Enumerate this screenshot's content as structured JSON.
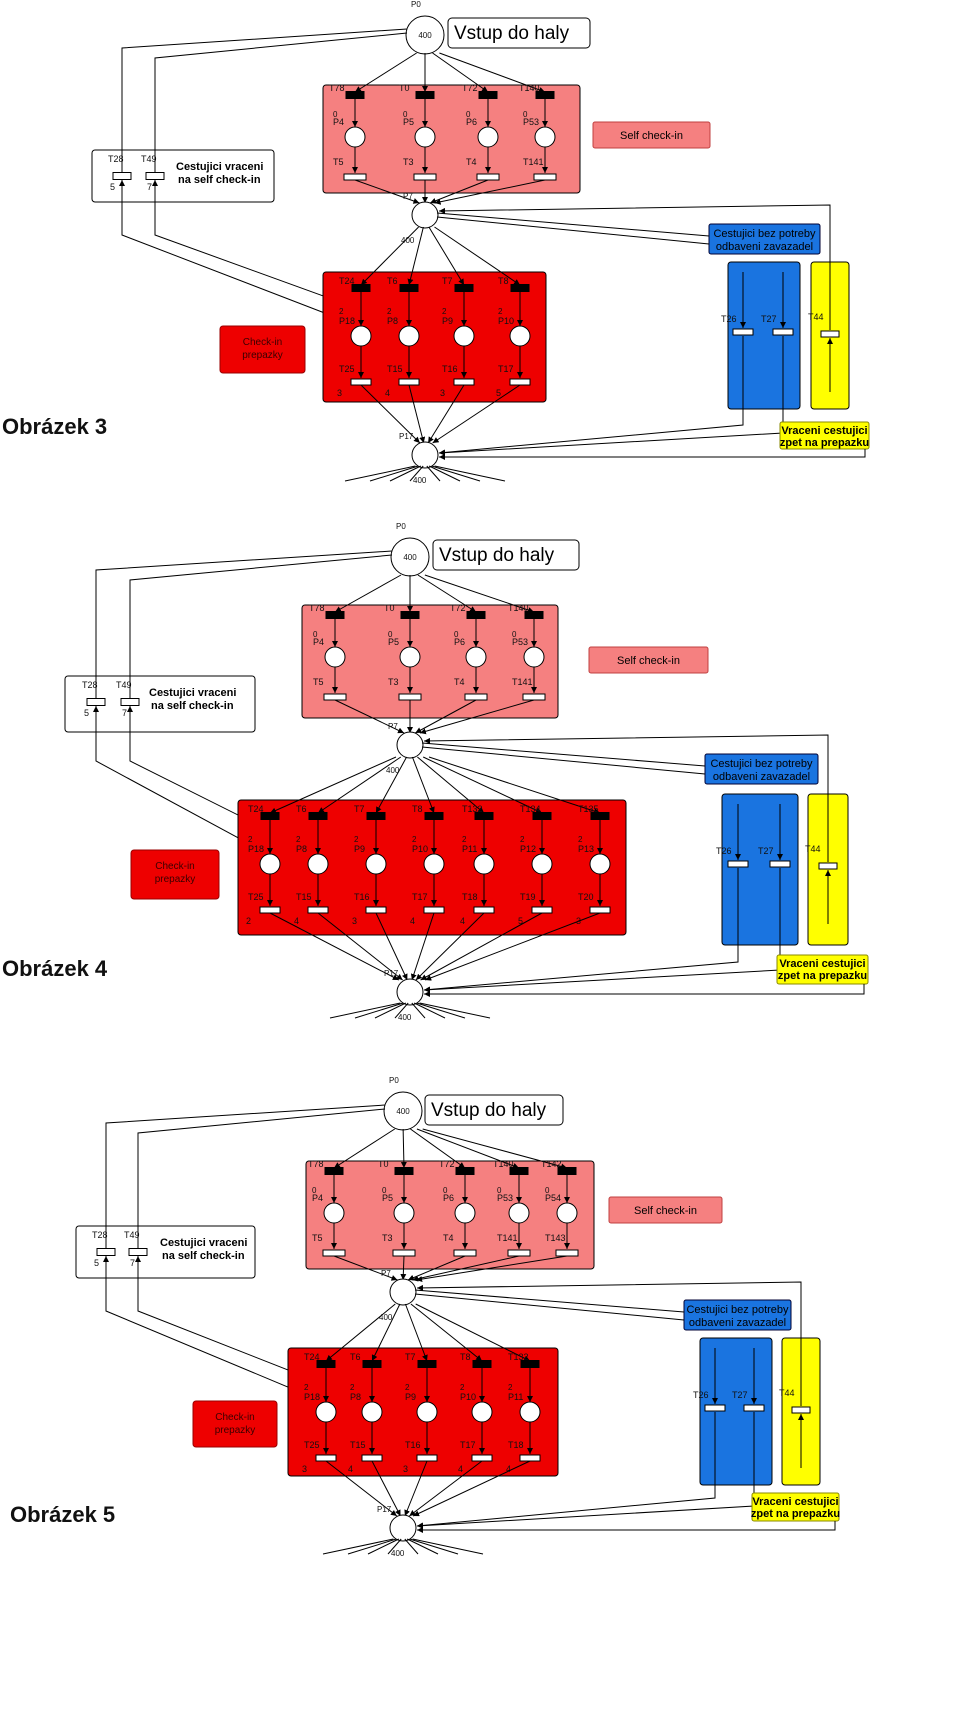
{
  "figures": [
    {
      "caption": "Obrázek 3",
      "start_place": "P0",
      "start_tokens": "400",
      "start_title": "Vstup do haly",
      "self_checkin_label": "Self check-in",
      "self_top_transitions": [
        "T78",
        "T0",
        "T72",
        "T140"
      ],
      "self_places": [
        "P4",
        "P5",
        "P6",
        "P53"
      ],
      "self_bottom_transitions": [
        "T5",
        "T3",
        "T4",
        "T141"
      ],
      "returns_title": [
        "Cestujici vraceni",
        "na self check-in"
      ],
      "returns_transitions": [
        "T28",
        "T49"
      ],
      "returns_weights": [
        "5",
        "7"
      ],
      "middle_place": "P7",
      "middle_tokens": "400",
      "checkin_label": [
        "Check-in",
        "prepazky"
      ],
      "counter_top_transitions": [
        "T24",
        "T6",
        "T7",
        "T8"
      ],
      "counter_places": [
        "P18",
        "P8",
        "P9",
        "P10"
      ],
      "counter_bottom_transitions": [
        "T25",
        "T15",
        "T16",
        "T17"
      ],
      "counter_bottom_weights": [
        "3",
        "4",
        "3",
        "5"
      ],
      "blue_title": [
        "Cestujici bez potreby",
        "odbaveni zavazadel"
      ],
      "blue_transitions": [
        "T26",
        "T27"
      ],
      "yellow_transition": "T44",
      "yellow_title": [
        "Vraceni cestujici",
        "zpet na prepazku"
      ],
      "end_place": "P17",
      "end_tokens": "400"
    },
    {
      "caption": "Obrázek 4",
      "start_place": "P0",
      "start_tokens": "400",
      "start_title": "Vstup do haly",
      "self_checkin_label": "Self check-in",
      "self_top_transitions": [
        "T78",
        "T0",
        "T72",
        "T140"
      ],
      "self_places": [
        "P4",
        "P5",
        "P6",
        "P53"
      ],
      "self_bottom_transitions": [
        "T5",
        "T3",
        "T4",
        "T141"
      ],
      "returns_title": [
        "Cestujici vraceni",
        "na self check-in"
      ],
      "returns_transitions": [
        "T28",
        "T49"
      ],
      "returns_weights": [
        "5",
        "7"
      ],
      "middle_place": "P7",
      "middle_tokens": "400",
      "checkin_label": [
        "Check-in",
        "prepazky"
      ],
      "counter_top_transitions": [
        "T24",
        "T6",
        "T7",
        "T8",
        "T132",
        "T134",
        "T135"
      ],
      "counter_places": [
        "P18",
        "P8",
        "P9",
        "P10",
        "P11",
        "P12",
        "P13"
      ],
      "counter_bottom_transitions": [
        "T25",
        "T15",
        "T16",
        "T17",
        "T18",
        "T19",
        "T20"
      ],
      "counter_bottom_weights": [
        "2",
        "4",
        "3",
        "4",
        "4",
        "5",
        "3"
      ],
      "blue_title": [
        "Cestujici bez potreby",
        "odbaveni zavazadel"
      ],
      "blue_transitions": [
        "T26",
        "T27"
      ],
      "yellow_transition": "T44",
      "yellow_title": [
        "Vraceni cestujici",
        "zpet na prepazku"
      ],
      "end_place": "P17",
      "end_tokens": "400"
    },
    {
      "caption": "Obrázek 5",
      "start_place": "P0",
      "start_tokens": "400",
      "start_title": "Vstup do haly",
      "self_checkin_label": "Self check-in",
      "self_top_transitions": [
        "T78",
        "T0",
        "T72",
        "T140",
        "T142"
      ],
      "self_places": [
        "P4",
        "P5",
        "P6",
        "P53",
        "P54"
      ],
      "self_bottom_transitions": [
        "T5",
        "T3",
        "T4",
        "T141",
        "T143"
      ],
      "returns_title": [
        "Cestujici vraceni",
        "na self check-in"
      ],
      "returns_transitions": [
        "T28",
        "T49"
      ],
      "returns_weights": [
        "5",
        "7"
      ],
      "middle_place": "P7",
      "middle_tokens": "400",
      "checkin_label": [
        "Check-in",
        "prepazky"
      ],
      "counter_top_transitions": [
        "T24",
        "T6",
        "T7",
        "T8",
        "T132"
      ],
      "counter_places": [
        "P18",
        "P8",
        "P9",
        "P10",
        "P11"
      ],
      "counter_bottom_transitions": [
        "T25",
        "T15",
        "T16",
        "T17",
        "T18"
      ],
      "counter_bottom_weights": [
        "3",
        "4",
        "3",
        "4",
        "4"
      ],
      "blue_title": [
        "Cestujici bez potreby",
        "odbaveni zavazadel"
      ],
      "blue_transitions": [
        "T26",
        "T27"
      ],
      "yellow_transition": "T44",
      "yellow_title": [
        "Vraceni cestujici",
        "zpet na prepazku"
      ],
      "end_place": "P17",
      "end_tokens": "400"
    }
  ],
  "colors": {
    "self_box": "#f58080",
    "checkin_box": "#ee0000",
    "blue_box": "#1a74e0",
    "yellow_box": "#ffff00",
    "transition_top": "#000000",
    "transition_bottom": "#ffffff",
    "line": "#000000"
  }
}
